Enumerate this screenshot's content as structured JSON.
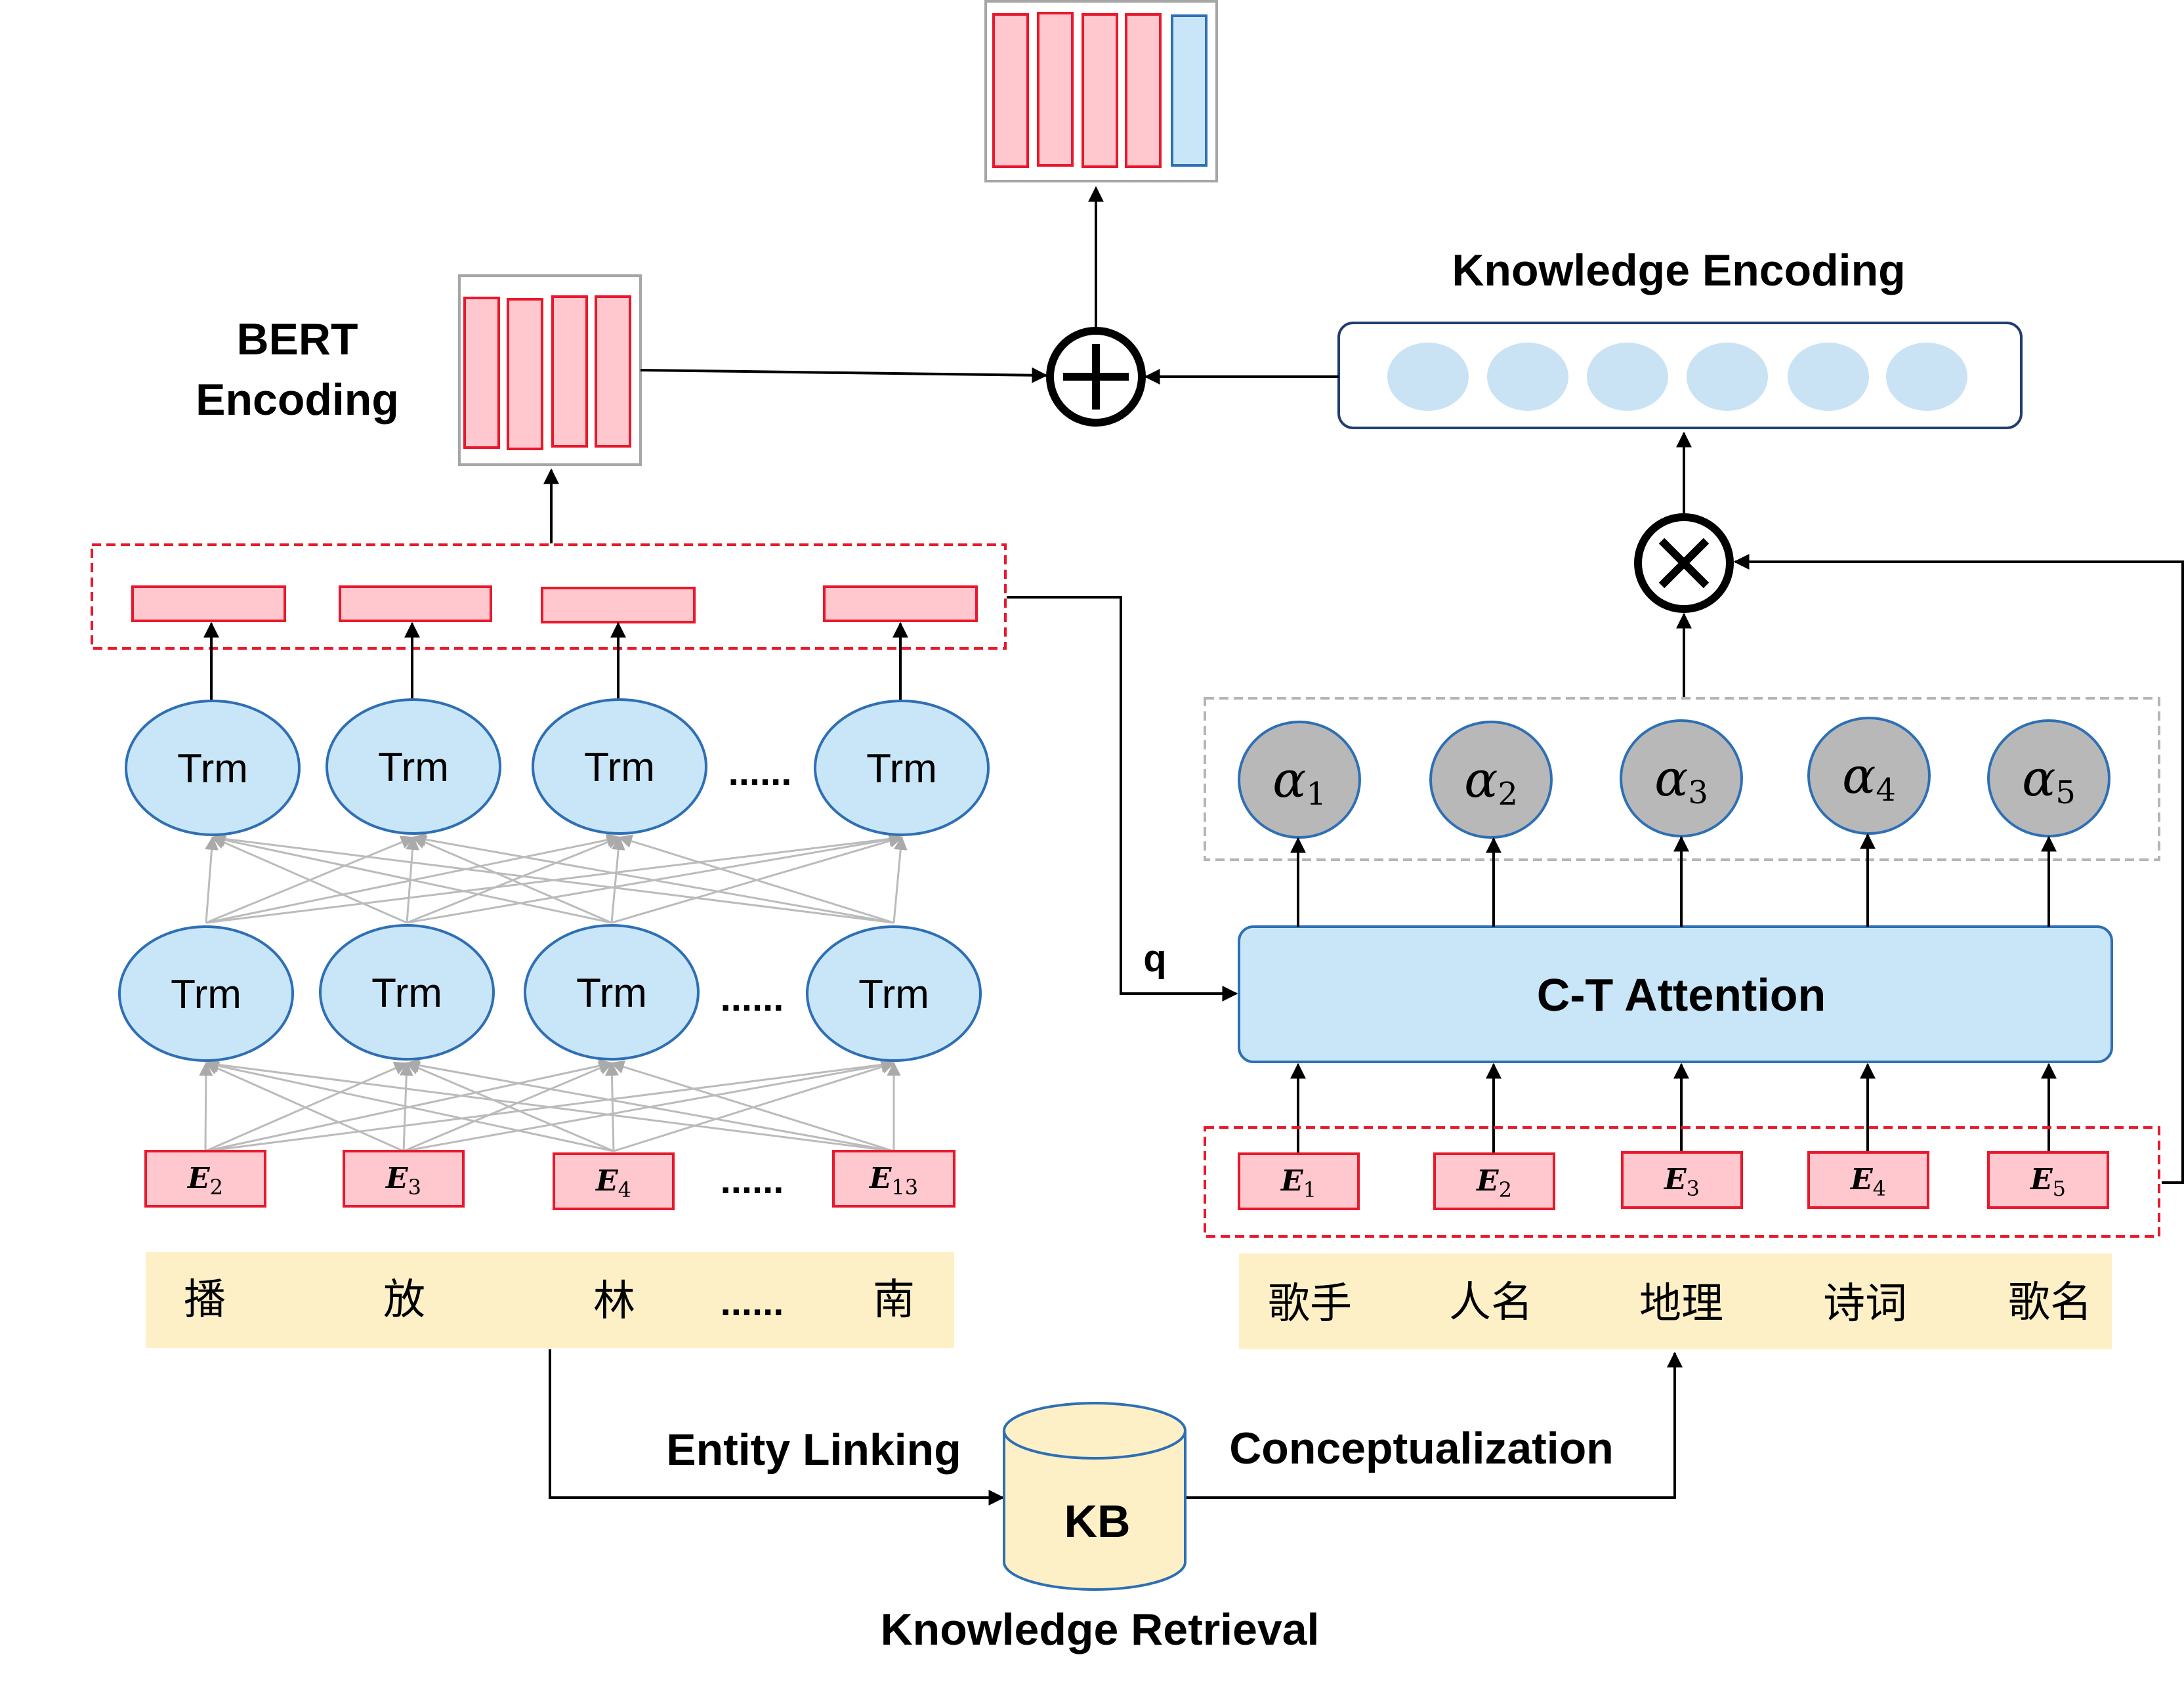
{
  "labels": {
    "bert_line1": "BERT",
    "bert_line2": "Encoding",
    "knowledge_encoding": "Knowledge Encoding",
    "ct_attention": "C-T Attention",
    "q": "q",
    "entity_linking": "Entity Linking",
    "conceptualization": "Conceptualization",
    "kb": "KB",
    "knowledge_retrieval": "Knowledge Retrieval",
    "ellipsis": "......"
  },
  "trm_label": "Trm",
  "left_embeddings": [
    {
      "base": "E",
      "sub": "2"
    },
    {
      "base": "E",
      "sub": "3"
    },
    {
      "base": "E",
      "sub": "4"
    },
    {
      "base": "E",
      "sub": "13"
    }
  ],
  "left_tokens": [
    "播",
    "放",
    "林",
    "南"
  ],
  "right_embeddings": [
    {
      "base": "E",
      "sub": "1"
    },
    {
      "base": "E",
      "sub": "2"
    },
    {
      "base": "E",
      "sub": "3"
    },
    {
      "base": "E",
      "sub": "4"
    },
    {
      "base": "E",
      "sub": "5"
    }
  ],
  "right_tokens": [
    "歌手",
    "人名",
    "地理",
    "诗词",
    "歌名"
  ],
  "alphas": [
    {
      "base": "α",
      "sub": "1"
    },
    {
      "base": "α",
      "sub": "2"
    },
    {
      "base": "α",
      "sub": "3"
    },
    {
      "base": "α",
      "sub": "4"
    },
    {
      "base": "α",
      "sub": "5"
    }
  ],
  "colors": {
    "pink_fill": "#ffc7ce",
    "red_stroke": "#e8192c",
    "blue_fill": "#c9e6f8",
    "blue_stroke": "#2e6fb5",
    "gray_fill": "#b8b8b8",
    "beige_fill": "#fdf0c6",
    "knowledge_dot": "#c9e3f4"
  }
}
